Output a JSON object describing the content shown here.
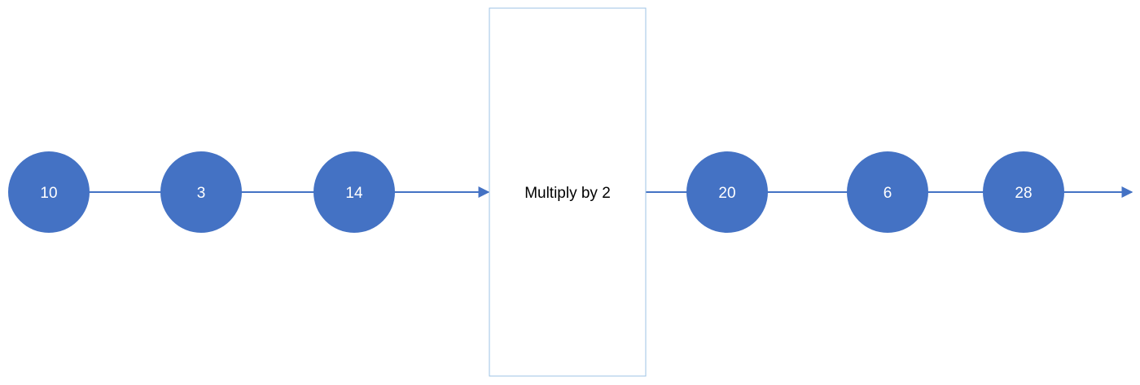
{
  "colors": {
    "node": "#4472c4",
    "line": "#4472c4",
    "box_border": "#9dc3e6"
  },
  "input_stream": {
    "nodes": [
      {
        "label": "10"
      },
      {
        "label": "3"
      },
      {
        "label": "14"
      }
    ]
  },
  "process": {
    "label": "Multiply by 2"
  },
  "output_stream": {
    "nodes": [
      {
        "label": "20"
      },
      {
        "label": "6"
      },
      {
        "label": "28"
      }
    ]
  }
}
